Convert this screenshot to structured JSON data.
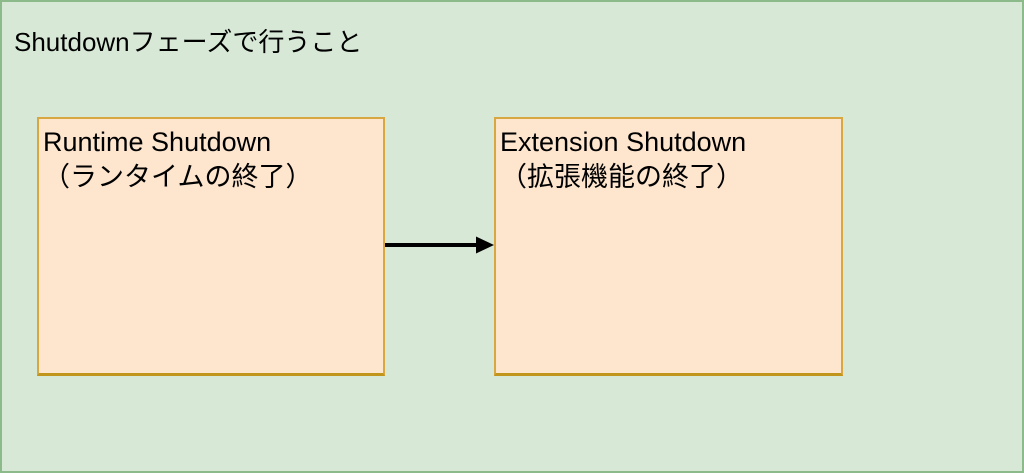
{
  "title": "Shutdownフェーズで行うこと",
  "diagram": {
    "nodes": [
      {
        "id": "runtime-shutdown",
        "title": "Runtime Shutdown",
        "subtitle": "（ランタイムの終了）"
      },
      {
        "id": "extension-shutdown",
        "title": "Extension Shutdown",
        "subtitle": "（拡張機能の終了）"
      }
    ],
    "edges": [
      {
        "from": "runtime-shutdown",
        "to": "extension-shutdown",
        "direction": "right"
      }
    ]
  },
  "colors": {
    "background": "#D7E9D6",
    "canvas_border": "#8CBA8A",
    "node_fill": "#FDE5CE",
    "node_border": "#D9A741",
    "node_border_bottom": "#C1941C",
    "arrow": "#000000",
    "text": "#000000"
  }
}
